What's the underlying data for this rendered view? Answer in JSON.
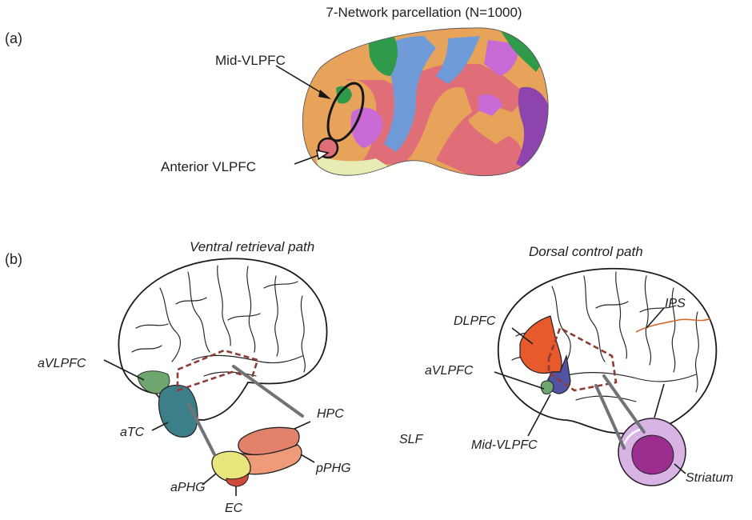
{
  "figure": {
    "title": "7-Network parcellation (N=1000)",
    "panel_a": {
      "tag": "(a)",
      "labels": {
        "mid_vlpfc": "Mid-VLPFC",
        "anterior_vlpfc": "Anterior VLPFC"
      }
    },
    "panel_b": {
      "tag": "(b)",
      "ventral": {
        "title": "Ventral retrieval path",
        "labels": {
          "avlpfc": "aVLPFC",
          "atc": "aTC",
          "hpc": "HPC",
          "pphg": "pPHG",
          "aphg": "aPHG",
          "ec": "EC"
        }
      },
      "dorsal": {
        "title": "Dorsal control path",
        "labels": {
          "ips": "IPS",
          "dlpfc": "DLPFC",
          "avlpfc": "aVLPFC",
          "mid_vlpfc": "Mid-VLPFC",
          "slf": "SLF",
          "striatum": "Striatum"
        }
      }
    }
  },
  "colors": {
    "net_visual": "#8e44ad",
    "net_somatomotor": "#6f9bd8",
    "net_dorsal_attention": "#2e9a4a",
    "net_ventral_attention": "#c96ad6",
    "net_limbic": "#e8ebb4",
    "net_frontoparietal": "#e8a35a",
    "net_default": "#df6e79",
    "avlpfc_green": "#6fa66f",
    "atc_teal": "#3d7f88",
    "hpc_salmon": "#e3826b",
    "pphg_peach": "#ef9a78",
    "aphg_yellow": "#e8e67c",
    "ec_red": "#cf4a3d",
    "dlpfc_orange": "#e85a2b",
    "mid_vlpfc_blue": "#5353a5",
    "striatum_outer": "#d7b4e4",
    "striatum_inner": "#9b2d8e",
    "tract_dash": "#8e3b35"
  }
}
